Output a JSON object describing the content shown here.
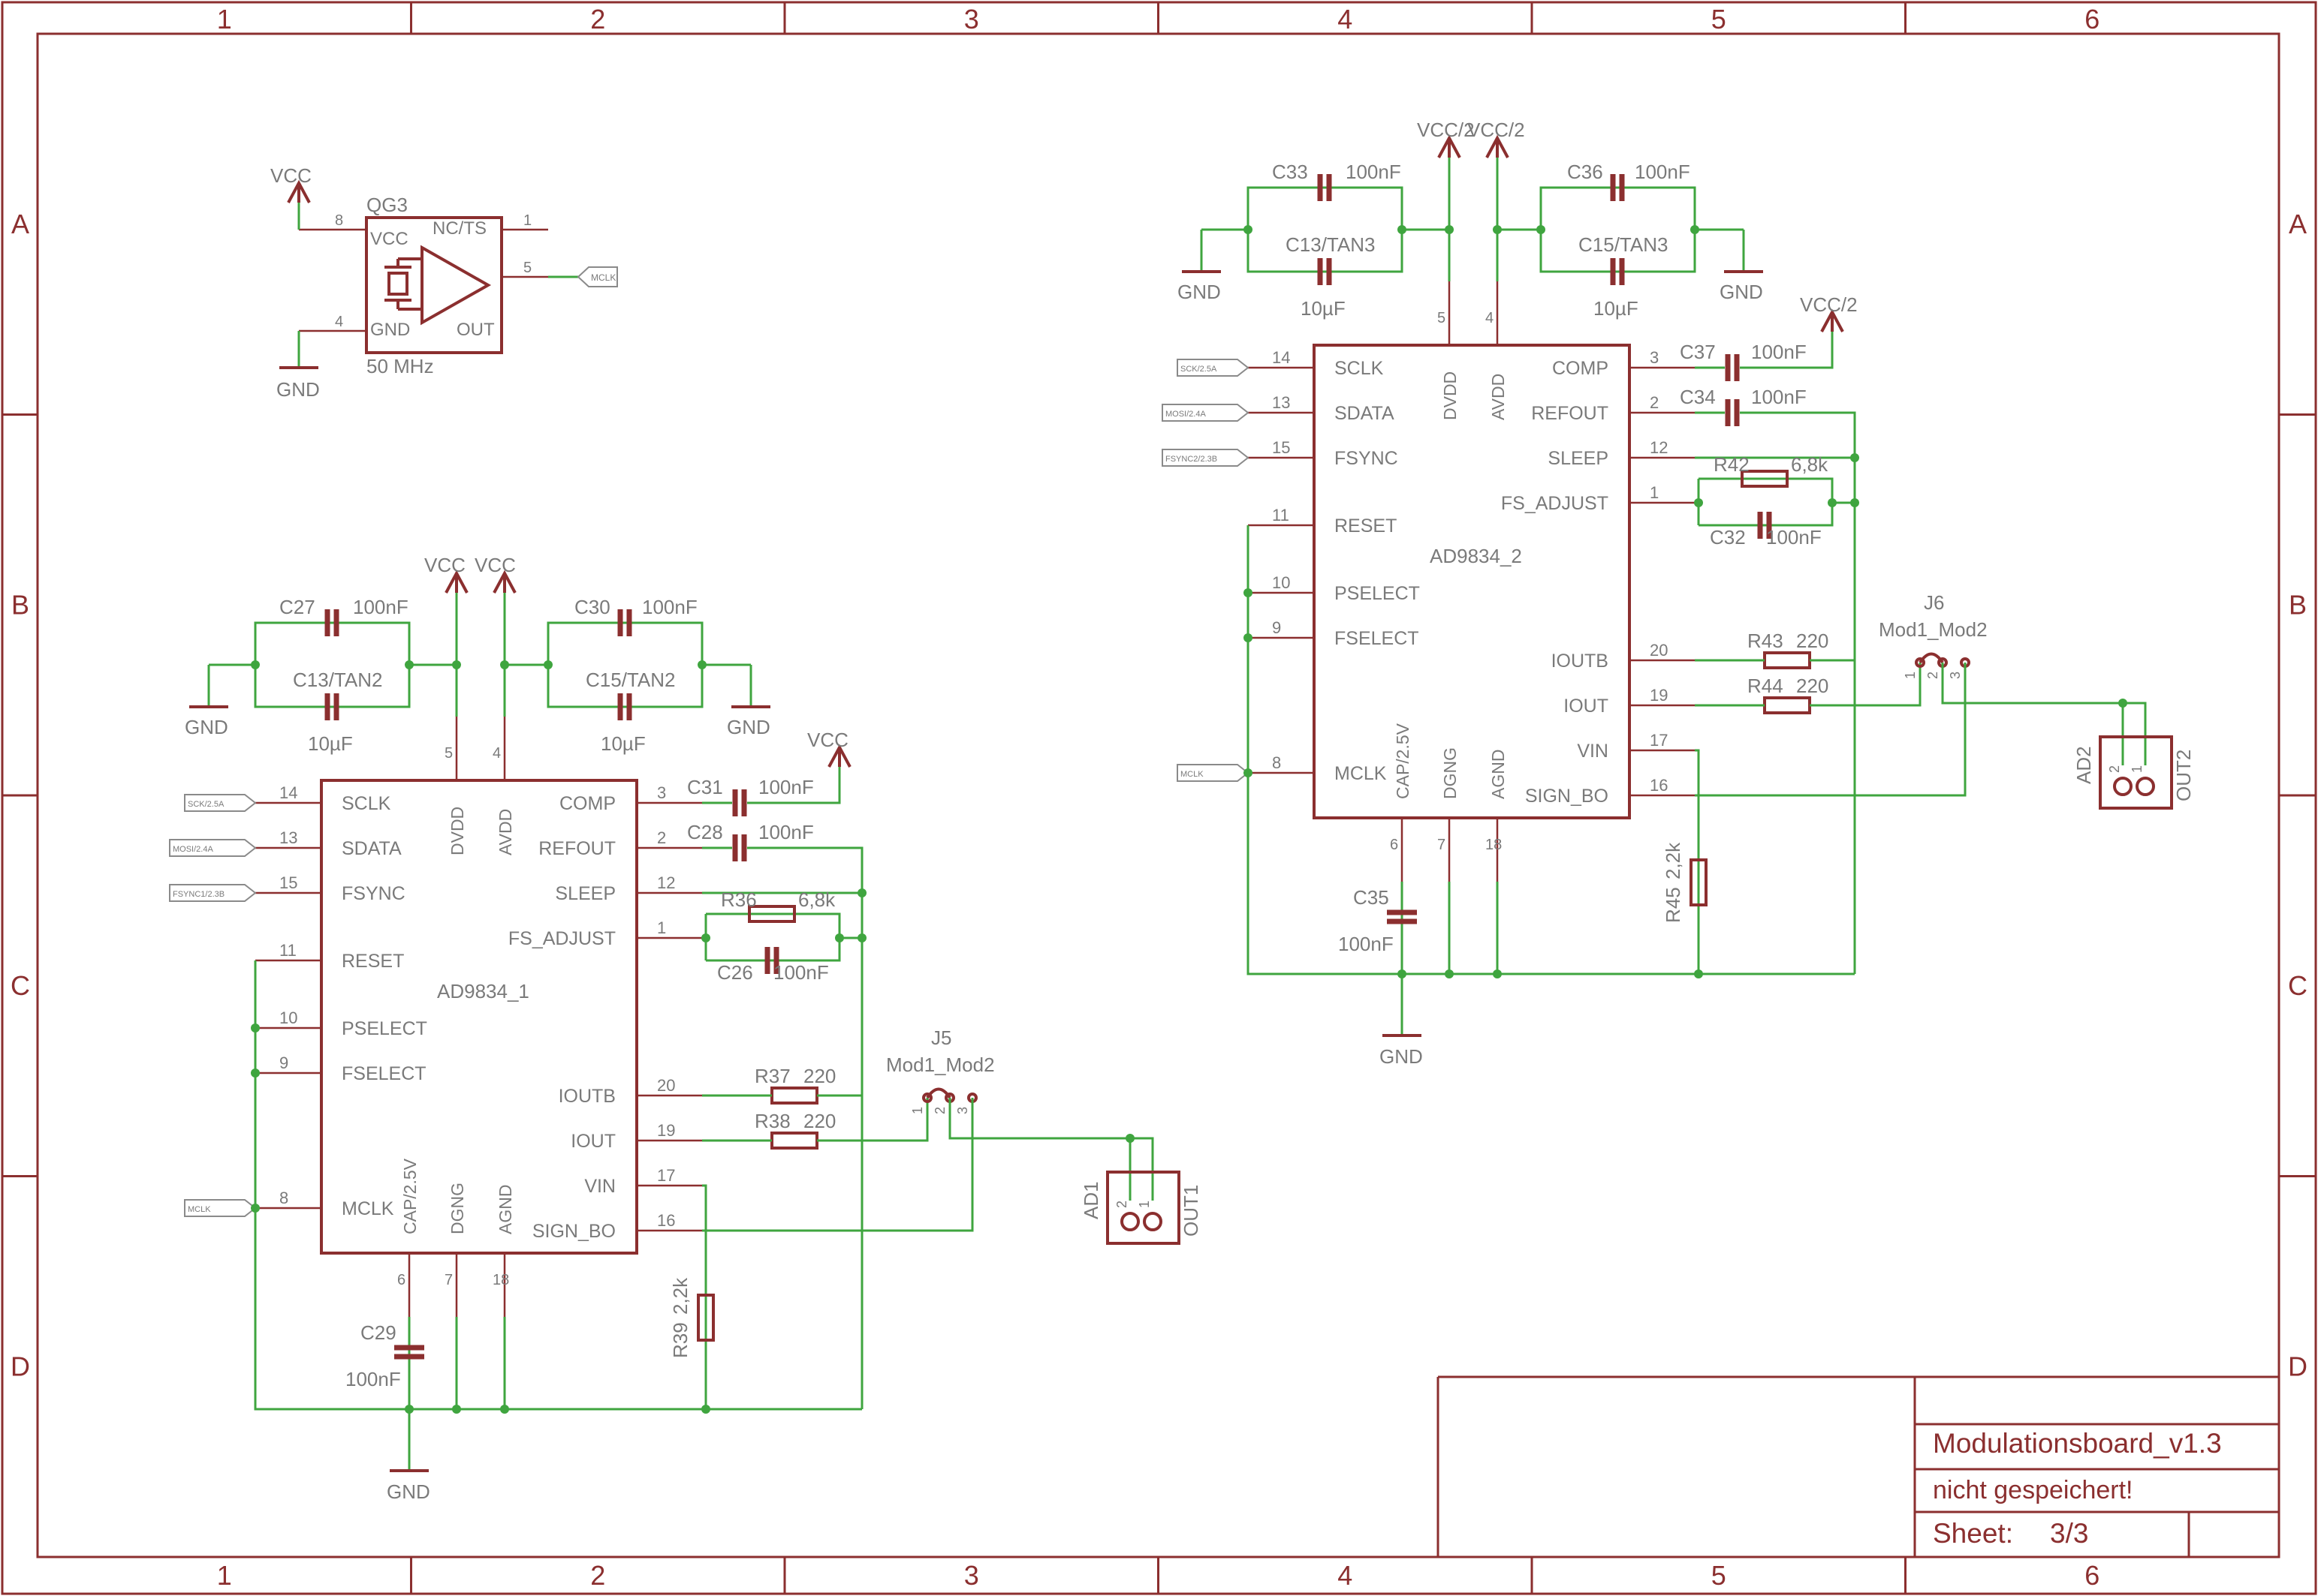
{
  "frame": {
    "columns": [
      "1",
      "2",
      "3",
      "4",
      "5",
      "6"
    ],
    "rows": [
      "A",
      "B",
      "C",
      "D"
    ]
  },
  "title_block": {
    "title": "Modulationsboard_v1.3",
    "status": "nicht gespeichert!",
    "sheet_label": "Sheet:",
    "sheet_value": "3/3"
  },
  "qg3": {
    "name": "QG3",
    "value": "50 MHz",
    "pin_vcc": "VCC",
    "pin_gnd": "GND",
    "pin_ncts": "NC/TS",
    "pin_out": "OUT",
    "pin8": "8",
    "pin4": "4",
    "pin1": "1",
    "pin5": "5",
    "supply": "VCC",
    "ground": "GND",
    "net": "MCLK"
  },
  "ic1": {
    "name": "AD9834_1",
    "left_pins": [
      {
        "num": "14",
        "name": "SCLK",
        "net": "SCK/2.5A"
      },
      {
        "num": "13",
        "name": "SDATA",
        "net": "MOSI/2.4A"
      },
      {
        "num": "15",
        "name": "FSYNC",
        "net": "FSYNC1/2.3B"
      },
      {
        "num": "11",
        "name": "RESET"
      },
      {
        "num": "10",
        "name": "PSELECT"
      },
      {
        "num": "9",
        "name": "FSELECT"
      },
      {
        "num": "8",
        "name": "MCLK",
        "net": "MCLK"
      }
    ],
    "right_pins": [
      {
        "num": "3",
        "name": "COMP"
      },
      {
        "num": "2",
        "name": "REFOUT"
      },
      {
        "num": "12",
        "name": "SLEEP"
      },
      {
        "num": "1",
        "name": "FS_ADJUST"
      },
      {
        "num": "20",
        "name": "IOUTB"
      },
      {
        "num": "19",
        "name": "IOUT"
      },
      {
        "num": "17",
        "name": "VIN"
      },
      {
        "num": "16",
        "name": "SIGN_BO"
      }
    ],
    "top_pins": [
      {
        "num": "5",
        "name": "DVDD"
      },
      {
        "num": "4",
        "name": "AVDD"
      }
    ],
    "bottom_pins": [
      {
        "num": "6",
        "name": "CAP/2.5V"
      },
      {
        "num": "7",
        "name": "DGNG"
      },
      {
        "num": "18",
        "name": "AGND"
      }
    ],
    "supplies": {
      "vcc1": "VCC",
      "vcc2": "VCC",
      "vcc_comp": "VCC",
      "gnd_left": "GND",
      "gnd_right": "GND",
      "gnd_bottom": "GND"
    },
    "parts": {
      "c27": {
        "name": "C27",
        "value": "100nF"
      },
      "c13": {
        "name": "C13/TAN2",
        "value": "10µF"
      },
      "c30": {
        "name": "C30",
        "value": "100nF"
      },
      "c15": {
        "name": "C15/TAN2",
        "value": "10µF"
      },
      "c31": {
        "name": "C31",
        "value": "100nF"
      },
      "c28": {
        "name": "C28",
        "value": "100nF"
      },
      "r36": {
        "name": "R36",
        "value": "6,8k"
      },
      "c26": {
        "name": "C26",
        "value": "100nF"
      },
      "r37": {
        "name": "R37",
        "value": "220"
      },
      "r38": {
        "name": "R38",
        "value": "220"
      },
      "r39": {
        "name": "R39",
        "value": "2,2k"
      },
      "c29": {
        "name": "C29",
        "value": "100nF"
      }
    },
    "jumper": {
      "name": "J5",
      "value": "Mod1_Mod2",
      "p1": "1",
      "p2": "2",
      "p3": "3"
    },
    "conn": {
      "name": "AD1",
      "value": "OUT1",
      "p1": "1",
      "p2": "2"
    }
  },
  "ic2": {
    "name": "AD9834_2",
    "left_pins": [
      {
        "num": "14",
        "name": "SCLK",
        "net": "SCK/2.5A"
      },
      {
        "num": "13",
        "name": "SDATA",
        "net": "MOSI/2.4A"
      },
      {
        "num": "15",
        "name": "FSYNC",
        "net": "FSYNC2/2.3B"
      },
      {
        "num": "11",
        "name": "RESET"
      },
      {
        "num": "10",
        "name": "PSELECT"
      },
      {
        "num": "9",
        "name": "FSELECT"
      },
      {
        "num": "8",
        "name": "MCLK",
        "net": "MCLK"
      }
    ],
    "right_pins": [
      {
        "num": "3",
        "name": "COMP"
      },
      {
        "num": "2",
        "name": "REFOUT"
      },
      {
        "num": "12",
        "name": "SLEEP"
      },
      {
        "num": "1",
        "name": "FS_ADJUST"
      },
      {
        "num": "20",
        "name": "IOUTB"
      },
      {
        "num": "19",
        "name": "IOUT"
      },
      {
        "num": "17",
        "name": "VIN"
      },
      {
        "num": "16",
        "name": "SIGN_BO"
      }
    ],
    "top_pins": [
      {
        "num": "5",
        "name": "DVDD"
      },
      {
        "num": "4",
        "name": "AVDD"
      }
    ],
    "bottom_pins": [
      {
        "num": "6",
        "name": "CAP/2.5V"
      },
      {
        "num": "7",
        "name": "DGNG"
      },
      {
        "num": "18",
        "name": "AGND"
      }
    ],
    "supplies": {
      "vcc1": "VCC/2",
      "vcc2": "VCC/2",
      "vcc_comp": "VCC/2",
      "gnd_left": "GND",
      "gnd_right": "GND",
      "gnd_bottom": "GND"
    },
    "parts": {
      "c33": {
        "name": "C33",
        "value": "100nF"
      },
      "c13": {
        "name": "C13/TAN3",
        "value": "10µF"
      },
      "c36": {
        "name": "C36",
        "value": "100nF"
      },
      "c15": {
        "name": "C15/TAN3",
        "value": "10µF"
      },
      "c37": {
        "name": "C37",
        "value": "100nF"
      },
      "c34": {
        "name": "C34",
        "value": "100nF"
      },
      "r42": {
        "name": "R42",
        "value": "6,8k"
      },
      "c32": {
        "name": "C32",
        "value": "100nF"
      },
      "r43": {
        "name": "R43",
        "value": "220"
      },
      "r44": {
        "name": "R44",
        "value": "220"
      },
      "r45": {
        "name": "R45",
        "value": "2,2k"
      },
      "c35": {
        "name": "C35",
        "value": "100nF"
      }
    },
    "jumper": {
      "name": "J6",
      "value": "Mod1_Mod2",
      "p1": "1",
      "p2": "2",
      "p3": "3"
    },
    "conn": {
      "name": "AD2",
      "value": "OUT2",
      "p1": "1",
      "p2": "2"
    }
  }
}
